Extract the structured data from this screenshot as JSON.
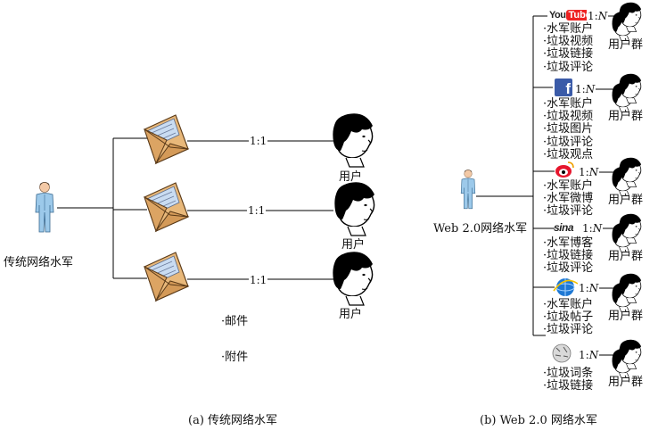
{
  "panel_a": {
    "source_label": "传统网络水军",
    "ratio": "1:1",
    "user_label": "用户",
    "legend_mail": "·邮件",
    "legend_attachment": "·附件",
    "caption": "(a)  传统网络水军"
  },
  "panel_b": {
    "source_label": "Web 2.0网络水军",
    "ratio_prefix": "1:",
    "ratio_n": "N",
    "group_label": "用户群",
    "caption": "(b) Web 2.0 网络水军",
    "platforms": [
      {
        "icon": "youtube-icon",
        "logo_you": "You",
        "logo_tube": "Tube",
        "items": [
          "·水军账户",
          "·垃圾视频",
          "·垃圾链接",
          "·垃圾评论"
        ]
      },
      {
        "icon": "facebook-icon",
        "logo_text": "f",
        "items": [
          "·水军账户",
          "·垃圾视频",
          "·垃圾图片",
          "·垃圾评论",
          "·垃圾观点"
        ]
      },
      {
        "icon": "weibo-icon",
        "items": [
          "·水军账户",
          "·水军微博",
          "·垃圾评论"
        ]
      },
      {
        "icon": "sina-icon",
        "logo_text": "sina",
        "items": [
          "·水军博客",
          "·垃圾链接",
          "·垃圾评论"
        ]
      },
      {
        "icon": "ie-icon",
        "items": [
          "·水军账户",
          "·垃圾帖子",
          "·垃圾评论"
        ]
      },
      {
        "icon": "wikipedia-icon",
        "items": [
          "·垃圾词条",
          "·垃圾链接"
        ]
      }
    ]
  }
}
